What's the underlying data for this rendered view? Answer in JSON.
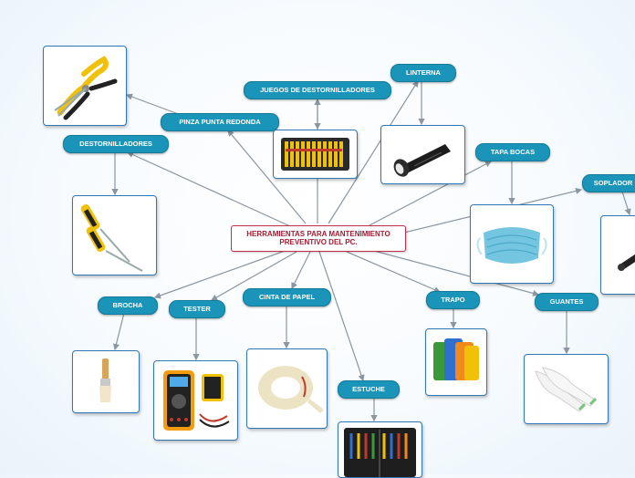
{
  "central": {
    "line1": "HERRAMIENTAS PARA MANTENIMIENTO",
    "line2": "PREVENTIVO DEL PC."
  },
  "topics": {
    "linterna": "LINTERNA",
    "juegos": "JUEGOS DE DESTORNILLADORES",
    "pinza": "PINZA PUNTA REDONDA",
    "destornilladores": "DESTORNILLADORES",
    "tapa_bocas": "TAPA BOCAS",
    "soplador": "SOPLADOR",
    "brocha": "BROCHA",
    "tester": "TESTER",
    "cinta": "CINTA DE PAPEL",
    "trapo": "TRAPO",
    "guantes": "GUANTES",
    "estuche": "ESTUCHE"
  },
  "colors": {
    "topic": "#1a94b8",
    "card_border": "#2f78b5",
    "central_border": "#c0314a",
    "central_text": "#a51c34",
    "connector": "#8a96a0"
  },
  "images": {
    "pinza": "pliers-image",
    "destornilladores": "screwdrivers-image",
    "juegos": "screwdriver-set-image",
    "linterna": "flashlight-image",
    "tapa_bocas": "face-mask-image",
    "soplador": "blower-image",
    "brocha": "paintbrush-image",
    "tester": "multimeter-image",
    "cinta": "masking-tape-image",
    "trapo": "cloth-image",
    "guantes": "gloves-image",
    "estuche": "tool-case-image"
  }
}
